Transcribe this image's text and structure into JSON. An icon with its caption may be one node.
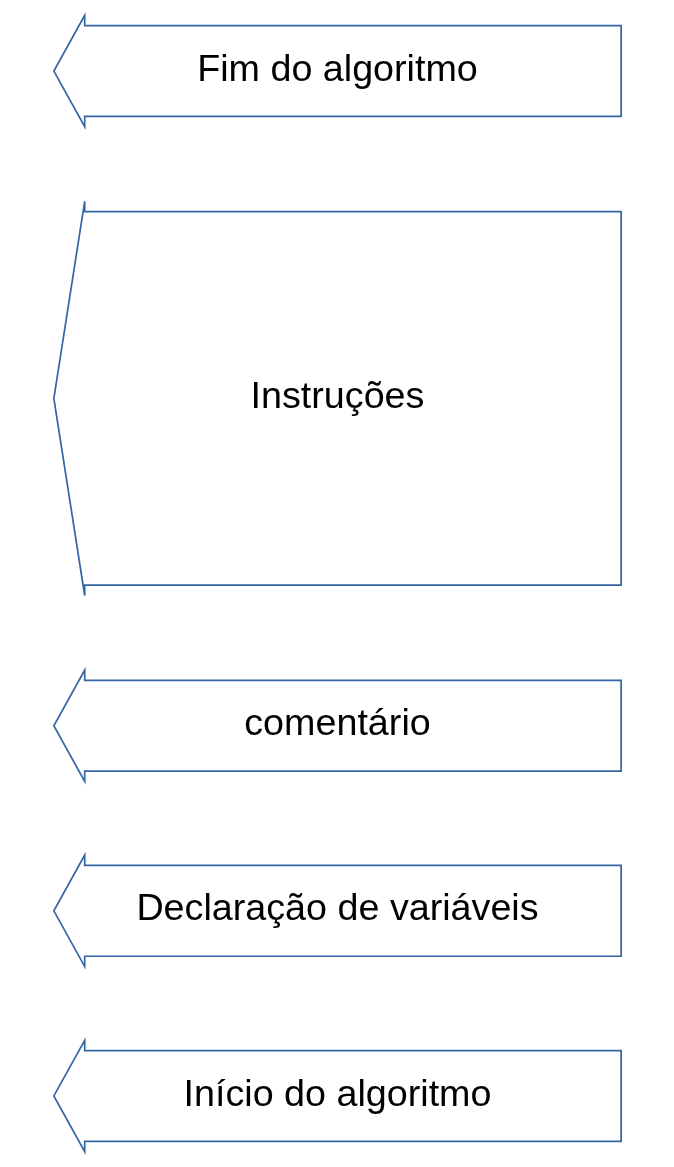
{
  "diagram": {
    "nodes": [
      {
        "text": [
          "Início do algoritmo"
        ]
      },
      {
        "text": [
          "Declaração de variáveis"
        ]
      },
      {
        "text": [
          "comentário"
        ]
      },
      {
        "text": [
          "Instruções"
        ]
      },
      {
        "text": [
          "Fim do algoritmo"
        ]
      }
    ]
  }
}
